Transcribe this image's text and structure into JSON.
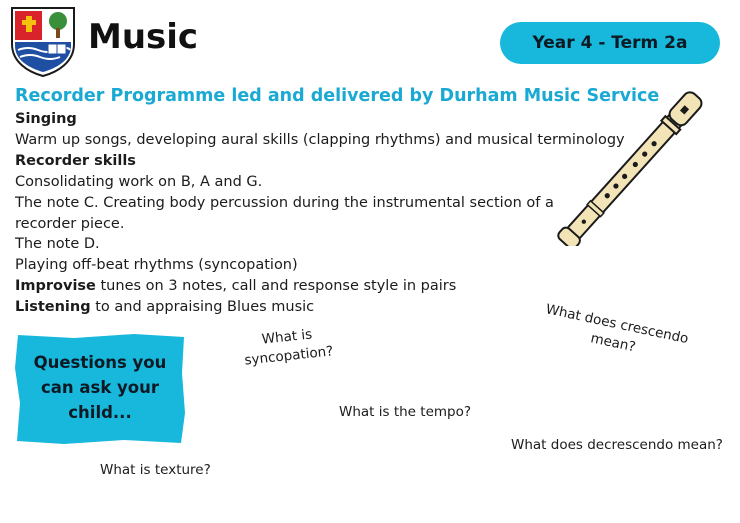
{
  "header": {
    "title": "Music",
    "term": "Year 4 - Term 2a"
  },
  "content": {
    "subtitle": "Recorder Programme led and delivered by Durham Music Service",
    "singing_heading": "Singing",
    "singing_text": "Warm up songs, developing aural skills (clapping rhythms) and musical terminology",
    "recorder_heading": "Recorder skills",
    "line_consolidating": "Consolidating work on B, A and G.",
    "line_note_c_1": "The note C. Creating body percussion during the instrumental section of a",
    "line_note_c_2": "recorder piece.",
    "line_note_d": "The note D.",
    "line_offbeat": "Playing off-beat rhythms (syncopation)",
    "improvise_bold": "Improvise",
    "improvise_rest": " tunes on 3 notes, call and response style in pairs",
    "listening_bold": "Listening",
    "listening_rest": " to and appraising Blues music"
  },
  "questions": {
    "box_line1": "Questions you",
    "box_line2": "can ask your",
    "box_line3": "child...",
    "sync_line1": "What is",
    "sync_line2": "syncopation?",
    "cresc_line1": "What does crescendo",
    "cresc_line2": "mean?",
    "tempo": "What is the tempo?",
    "decrescendo": "What does decrescendo mean?",
    "texture": "What is texture?"
  },
  "colors": {
    "accent": "#17b8dc",
    "subtitle": "#19a9d2",
    "crest_red": "#d8232a",
    "crest_blue": "#1f4fa3",
    "crest_green": "#3a8f3a",
    "recorder_cream": "#f3e4b8"
  },
  "icons": {
    "crest": "school-crest-icon",
    "recorder": "recorder-illustration"
  }
}
